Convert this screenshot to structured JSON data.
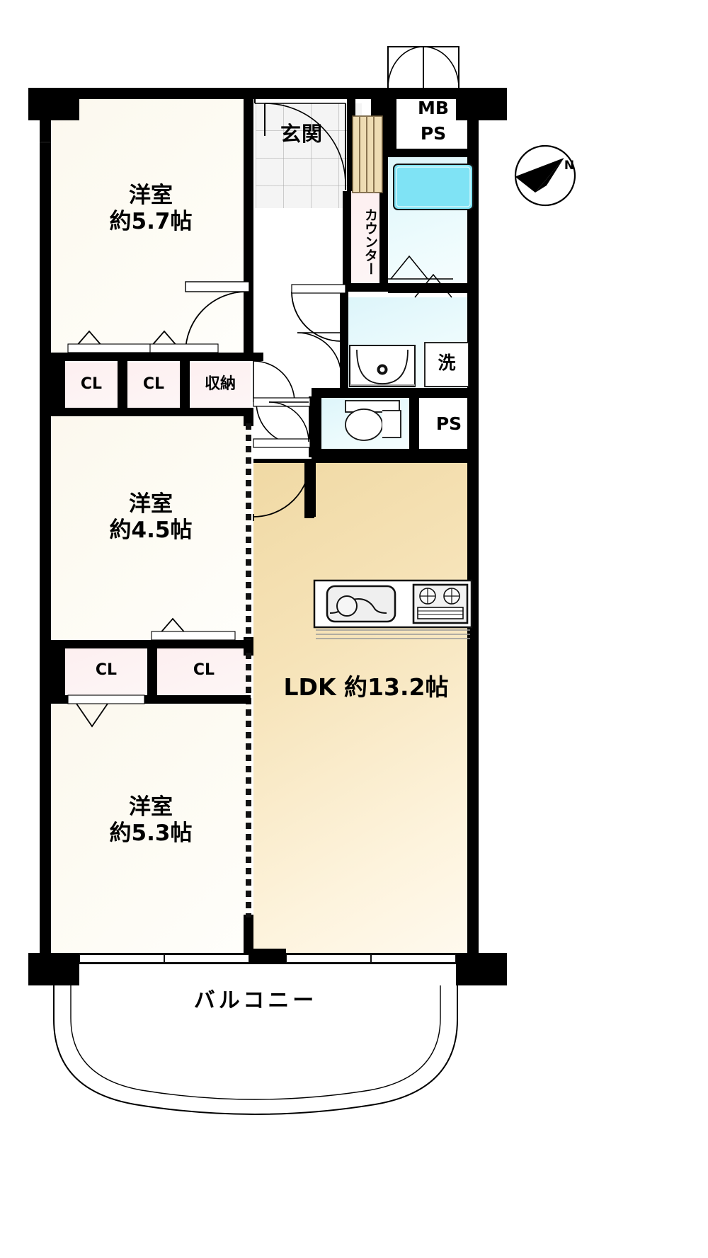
{
  "document": {
    "type": "japanese-apartment-floor-plan",
    "layout_code": "3LDK"
  },
  "rooms": [
    {
      "id": "washitsu_top",
      "name": "洋室",
      "size": "約5.7帖",
      "kind": "western-room"
    },
    {
      "id": "washitsu_mid",
      "name": "洋室",
      "size": "約4.5帖",
      "kind": "western-room"
    },
    {
      "id": "washitsu_bot",
      "name": "洋室",
      "size": "約5.3帖",
      "kind": "western-room"
    },
    {
      "id": "ldk",
      "name": "LDK",
      "size": "約13.2帖",
      "kind": "living-dining-kitchen"
    }
  ],
  "labels": {
    "entrance": "玄関",
    "counter": "カウンター",
    "mb_ps": "MB\nPS",
    "mb": "MB",
    "ps_top": "PS",
    "ps_right": "PS",
    "wash": "洗",
    "storage": "収納",
    "closet": "CL",
    "balcony": "バルコニー",
    "compass_north": "N"
  },
  "closets": [
    {
      "id": "cl-1",
      "label": "CL"
    },
    {
      "id": "cl-2",
      "label": "CL"
    },
    {
      "id": "cl-3",
      "label": "収納"
    },
    {
      "id": "cl-4",
      "label": "CL"
    },
    {
      "id": "cl-5",
      "label": "CL"
    }
  ],
  "fixtures": [
    {
      "id": "kitchen-sink",
      "name": "kitchen-sink"
    },
    {
      "id": "gas-stove",
      "name": "gas-stove-3-burner"
    },
    {
      "id": "bathtub",
      "name": "bathtub"
    },
    {
      "id": "wash-basin",
      "name": "wash-basin"
    },
    {
      "id": "washer-space",
      "name": "washing-machine-space"
    },
    {
      "id": "toilet",
      "name": "toilet"
    },
    {
      "id": "entrance-door",
      "name": "entrance-door"
    },
    {
      "id": "shoe-cabinet",
      "name": "shoe-cabinet"
    }
  ],
  "colors": {
    "wall": "#000000",
    "ldk_fill": "#f6e3b8",
    "room_fill": "#fdfbf3",
    "wet_fill": "#e7f8fc",
    "tub_fill": "#7fe3f5",
    "shoji_fill": "#e3c68e",
    "background": "#ffffff"
  }
}
